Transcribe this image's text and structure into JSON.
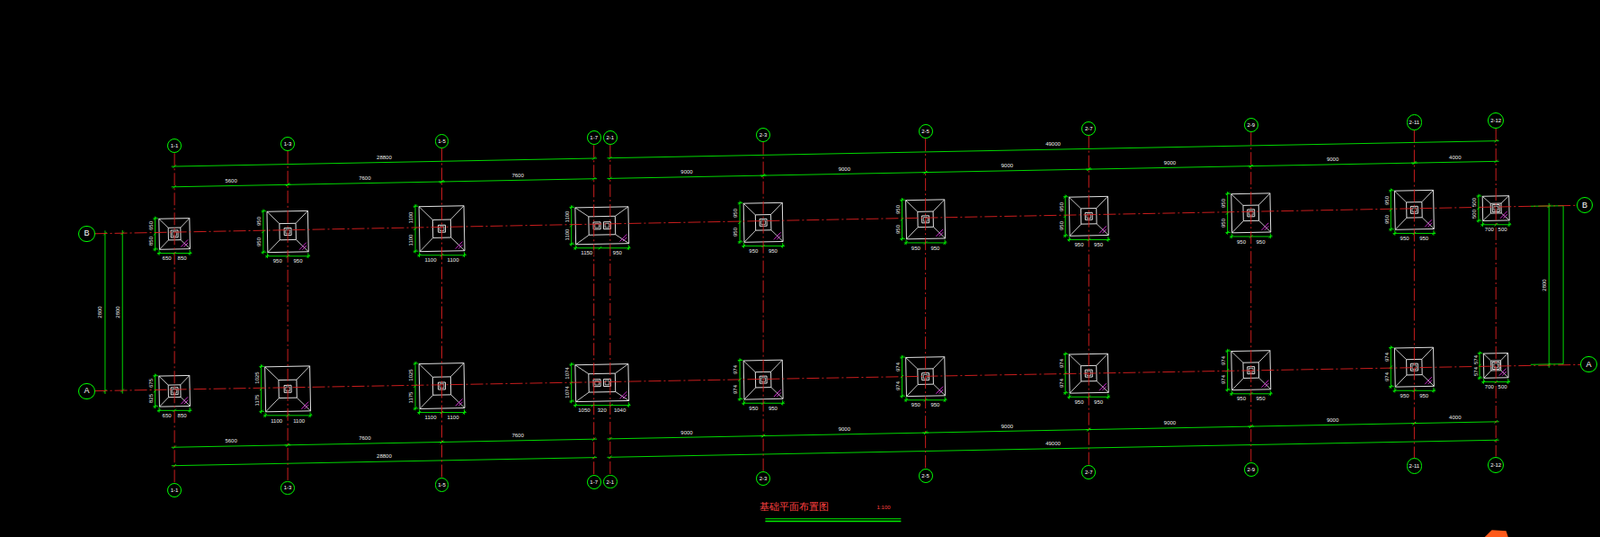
{
  "diagram": {
    "title": "基础平面布置图",
    "nodes": [
      {
        "text": [
          "1-1"
        ]
      },
      {
        "text": [
          "1-3"
        ]
      },
      {
        "text": [
          "1-5"
        ]
      },
      {
        "text": [
          "1-7"
        ]
      },
      {
        "text": [
          "2-1"
        ]
      },
      {
        "text": [
          "2-3"
        ]
      },
      {
        "text": [
          "2-5"
        ]
      },
      {
        "text": [
          "2-7"
        ]
      },
      {
        "text": [
          "2-9"
        ]
      },
      {
        "text": [
          "2-11"
        ]
      },
      {
        "text": [
          "2-12"
        ]
      },
      {
        "text": [
          "B"
        ]
      },
      {
        "text": [
          "B"
        ]
      },
      {
        "text": [
          "A"
        ]
      },
      {
        "text": [
          "A"
        ]
      },
      {
        "text": [
          "1-1"
        ]
      },
      {
        "text": [
          "1-3"
        ]
      },
      {
        "text": [
          "1-5"
        ]
      },
      {
        "text": [
          "1-7"
        ]
      },
      {
        "text": [
          "2-1"
        ]
      },
      {
        "text": [
          "2-3"
        ]
      },
      {
        "text": [
          "2-5"
        ]
      },
      {
        "text": [
          "2-7"
        ]
      },
      {
        "text": [
          "2-9"
        ]
      },
      {
        "text": [
          "2-11"
        ]
      },
      {
        "text": [
          "2-12"
        ]
      }
    ],
    "edges": [
      {
        "from": 0,
        "to": 15,
        "arrow": "none"
      },
      {
        "from": 1,
        "to": 16,
        "arrow": "none"
      },
      {
        "from": 2,
        "to": 17,
        "arrow": "none"
      },
      {
        "from": 3,
        "to": 18,
        "arrow": "none"
      },
      {
        "from": 4,
        "to": 19,
        "arrow": "none"
      },
      {
        "from": 5,
        "to": 20,
        "arrow": "none"
      },
      {
        "from": 6,
        "to": 21,
        "arrow": "none"
      },
      {
        "from": 7,
        "to": 22,
        "arrow": "none"
      },
      {
        "from": 8,
        "to": 23,
        "arrow": "none"
      },
      {
        "from": 9,
        "to": 24,
        "arrow": "none"
      },
      {
        "from": 10,
        "to": 25,
        "arrow": "none"
      },
      {
        "from": 11,
        "to": 12,
        "arrow": "none"
      },
      {
        "from": 13,
        "to": 14,
        "arrow": "none"
      }
    ],
    "labels": [
      "28800",
      "49000",
      "5600",
      "7600",
      "7600",
      "9000",
      "9000",
      "9000",
      "9000",
      "9000",
      "4000",
      "2800",
      "2800",
      "2800",
      "650",
      "850",
      "650",
      "850",
      "950",
      "950",
      "950",
      "950",
      "1100",
      "1100",
      "1100",
      "1100",
      "1100",
      "1100",
      "1150",
      "950",
      "950",
      "950",
      "950",
      "950",
      "950",
      "950",
      "950",
      "950",
      "950",
      "950",
      "950",
      "950",
      "950",
      "950",
      "950",
      "950",
      "950",
      "950",
      "950",
      "950",
      "500",
      "500",
      "700",
      "500",
      "675",
      "825",
      "650",
      "850",
      "1025",
      "1175",
      "1100",
      "1100",
      "1025",
      "1175",
      "1100",
      "1100",
      "1074",
      "1074",
      "1050",
      "320",
      "1040",
      "974",
      "974",
      "950",
      "950",
      "974",
      "974",
      "950",
      "950",
      "974",
      "974",
      "950",
      "950",
      "974",
      "974",
      "950",
      "950",
      "974",
      "974",
      "950",
      "950",
      "574",
      "574",
      "700",
      "500",
      "5600",
      "7600",
      "7600",
      "9000",
      "9000",
      "9000",
      "9000",
      "9000",
      "4000",
      "28800",
      "49000",
      "1:100"
    ]
  }
}
